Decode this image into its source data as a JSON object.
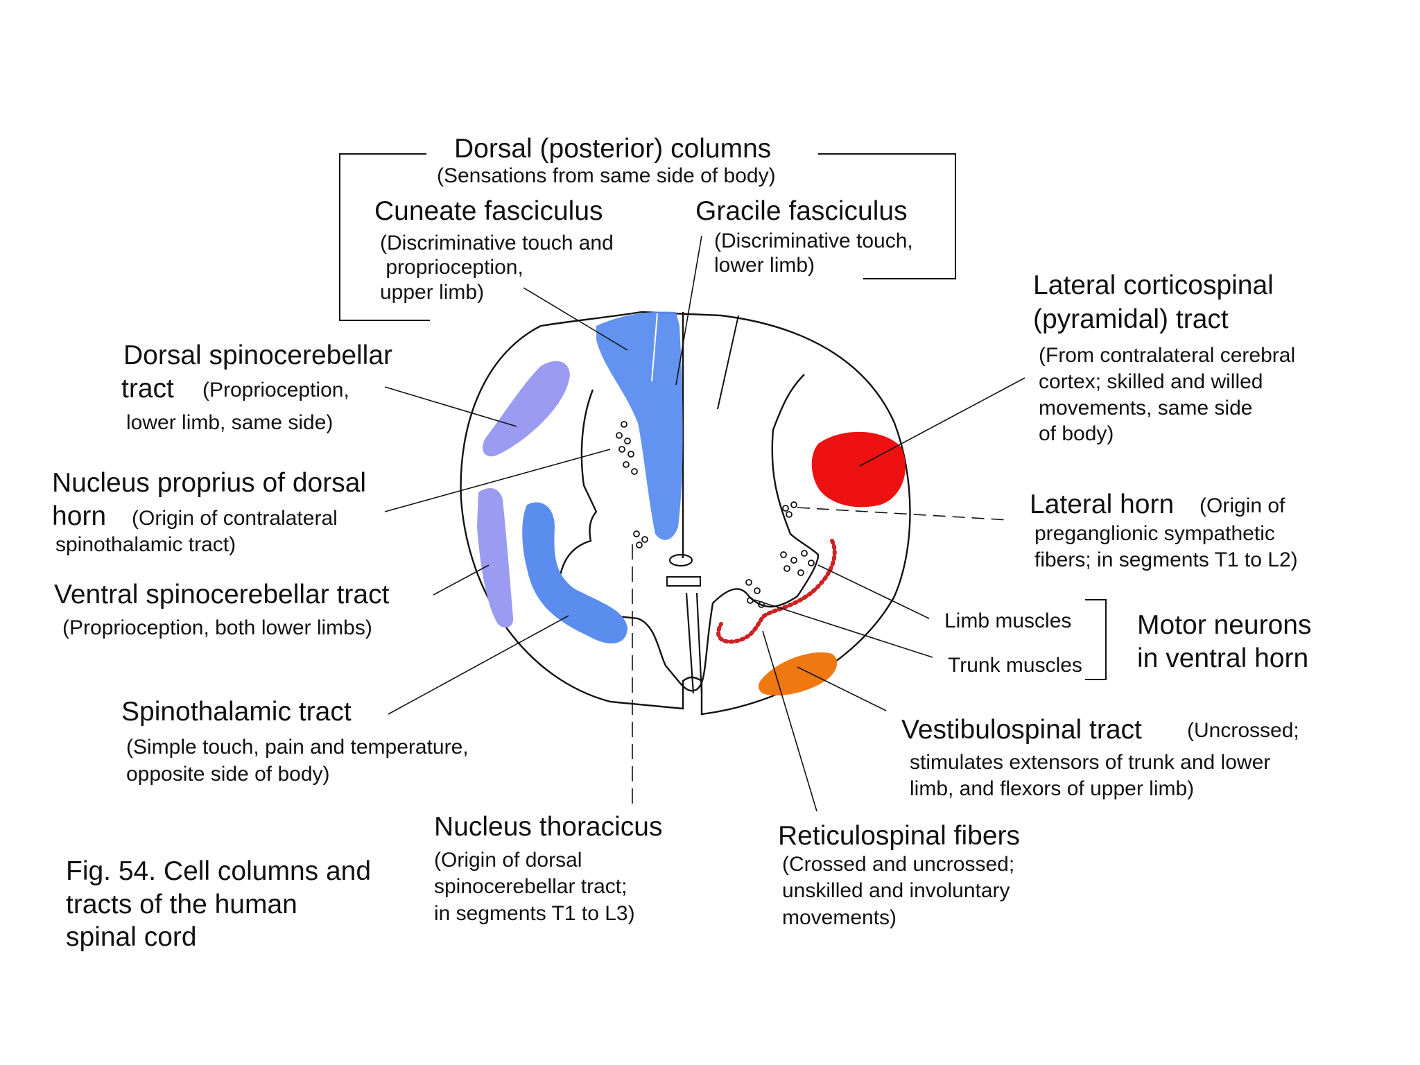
{
  "labels": {
    "dorsal_columns": {
      "title": "Dorsal (posterior) columns",
      "desc": "(Sensations from same side of body)"
    },
    "cuneate": {
      "title": "Cuneate fasciculus",
      "desc": [
        "(Discriminative touch and",
        " proprioception,",
        "upper limb)"
      ]
    },
    "gracile": {
      "title": "Gracile fasciculus",
      "desc": [
        "(Discriminative touch,",
        "lower limb)"
      ]
    },
    "lateral_corticospinal": {
      "title": [
        "Lateral corticospinal",
        "(pyramidal) tract"
      ],
      "desc": [
        "(From contralateral cerebral",
        "cortex; skilled and willed",
        "movements, same side",
        "of body)"
      ]
    },
    "dorsal_spinocerebellar": {
      "title_1": "Dorsal spinocerebellar",
      "title_2": "tract",
      "desc_1": "(Proprioception,",
      "desc_2": "lower limb, same side)"
    },
    "nucleus_proprius": {
      "title_1": "Nucleus proprius of dorsal",
      "title_2": "horn",
      "desc_1": "(Origin of contralateral",
      "desc_2": "spinothalamic tract)"
    },
    "lateral_horn": {
      "title": "Lateral horn",
      "desc_1": "(Origin of",
      "desc_2": "preganglionic sympathetic",
      "desc_3": "fibers; in segments T1 to L2)"
    },
    "ventral_spinocerebellar": {
      "title": "Ventral spinocerebellar tract",
      "desc": "(Proprioception, both lower limbs)"
    },
    "limb_muscles": "Limb muscles",
    "trunk_muscles": "Trunk muscles",
    "motor_neurons": [
      "Motor neurons",
      "in ventral horn"
    ],
    "spinothalamic": {
      "title": "Spinothalamic tract",
      "desc": [
        "(Simple touch, pain and temperature,",
        "opposite side of body)"
      ]
    },
    "vestibulospinal": {
      "title": "Vestibulospinal tract",
      "desc_1": "(Uncrossed;",
      "desc_2": "stimulates extensors of trunk and lower",
      "desc_3": "limb, and flexors of upper limb)"
    },
    "nucleus_thoracicus": {
      "title": "Nucleus thoracicus",
      "desc": [
        "(Origin of dorsal",
        "spinocerebellar tract;",
        "in segments T1 to L3)"
      ]
    },
    "reticulospinal": {
      "title": "Reticulospinal fibers",
      "desc": [
        "(Crossed and uncrossed;",
        "unskilled and involuntary",
        "movements)"
      ]
    },
    "caption": [
      "Fig. 54.  Cell columns and",
      "tracts of  the human",
      "spinal cord"
    ]
  },
  "colors": {
    "dorsal_columns": "#5b8def",
    "spinocerebellar": "#9b9bf2",
    "spinothalamic": "#5b8def",
    "corticospinal": "#ee1111",
    "vestibulospinal": "#f07810",
    "motor_dots": "#cc2222"
  }
}
